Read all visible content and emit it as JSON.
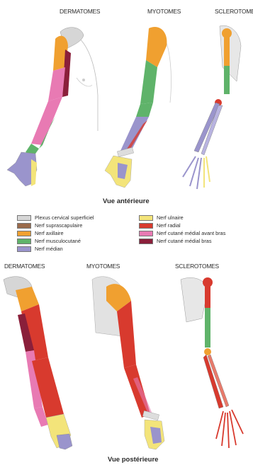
{
  "anterior": {
    "labels": {
      "dermatomes": "DERMATOMES",
      "myotomes": "MYOTOMES",
      "sclerotomes": "SCLEROTOMES"
    },
    "view_title": "Vue antérieure"
  },
  "posterior": {
    "labels": {
      "dermatomes": "DERMATOMES",
      "myotomes": "MYOTOMES",
      "sclerotomes": "SCLEROTOMES"
    },
    "view_title": "Vue postérieure"
  },
  "legend": {
    "items": [
      {
        "label": "Plexus cervical superficiel",
        "color": "#d6d6d6"
      },
      {
        "label": "Nerf suprascapulaire",
        "color": "#9a6b4b"
      },
      {
        "label": "Nerf axillaire",
        "color": "#f0a030"
      },
      {
        "label": "Nerf musculocutané",
        "color": "#5fb36a"
      },
      {
        "label": "Nerf médian",
        "color": "#9a94cc"
      },
      {
        "label": "Nerf ulnaire",
        "color": "#f3e47a"
      },
      {
        "label": "Nerf radial",
        "color": "#d83a2e"
      },
      {
        "label": "Nerf cutané médial avant bras",
        "color": "#e87ab3"
      },
      {
        "label": "Nerf cutané médial bras",
        "color": "#8a1f3a"
      }
    ]
  }
}
